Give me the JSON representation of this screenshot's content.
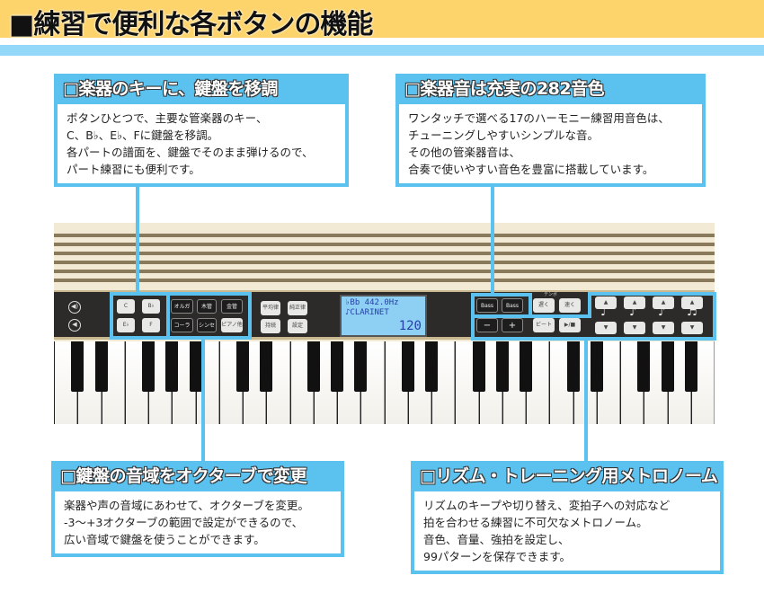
{
  "header": {
    "title": "■練習で便利な各ボタンの機能"
  },
  "features": [
    {
      "title": "□楽器のキーに、鍵盤を移調",
      "body": "ボタンひとつで、主要な管楽器のキー、\nC、B♭、E♭、Fに鍵盤を移調。\n各パートの譜面を、鍵盤でそのまま弾けるので、\nパート練習にも便利です。"
    },
    {
      "title": "□楽器音は充実の282音色",
      "body": "ワンタッチで選べる17のハーモニー練習用音色は、\nチューニングしやすいシンプルな音。\nその他の管楽器音は、\n合奏で使いやすい音色を豊富に搭載しています。"
    },
    {
      "title": "□鍵盤の音域をオクターブで変更",
      "body": "楽器や声の音域にあわせて、オクターブを変更。\n-3～+3オクターブの範囲で設定ができるので、\n広い音域で鍵盤を使うことができます。"
    },
    {
      "title": "□リズム・トレーニング用メトロノーム",
      "body": "リズムのキープや切り替え、変拍子への対応など\n拍を合わせる練習に不可欠なメトロノーム。\n音色、音量、強拍を設定し、\n99パターンを保存できます。"
    }
  ],
  "panel": {
    "key_buttons": [
      "C",
      "B♭",
      "E♭",
      "F"
    ],
    "tone_buttons": [
      "オルガン",
      "木管",
      "金管",
      "コーラス",
      "シンセ",
      "ピアノ他"
    ],
    "tuning_buttons": [
      "平均律",
      "純正律",
      "持続",
      "設定"
    ],
    "lcd": {
      "line1": "♭Bb  442.0Hz",
      "line2": "♪CLARINET",
      "line3": "120"
    },
    "octave_buttons": [
      "Bass",
      "Bass"
    ],
    "tempo_label": "テンポ",
    "tempo_buttons": [
      "遅く",
      "速く"
    ],
    "value_buttons": [
      "−",
      "+",
      "ビート",
      "▶/■"
    ],
    "metronome_notes": [
      "♩",
      "♪",
      "♪",
      "♬"
    ],
    "up": "▲",
    "down": "▼"
  },
  "colors": {
    "header": "#fdd46c",
    "band": "#93d8f8",
    "callout": "#5bc1ee"
  }
}
